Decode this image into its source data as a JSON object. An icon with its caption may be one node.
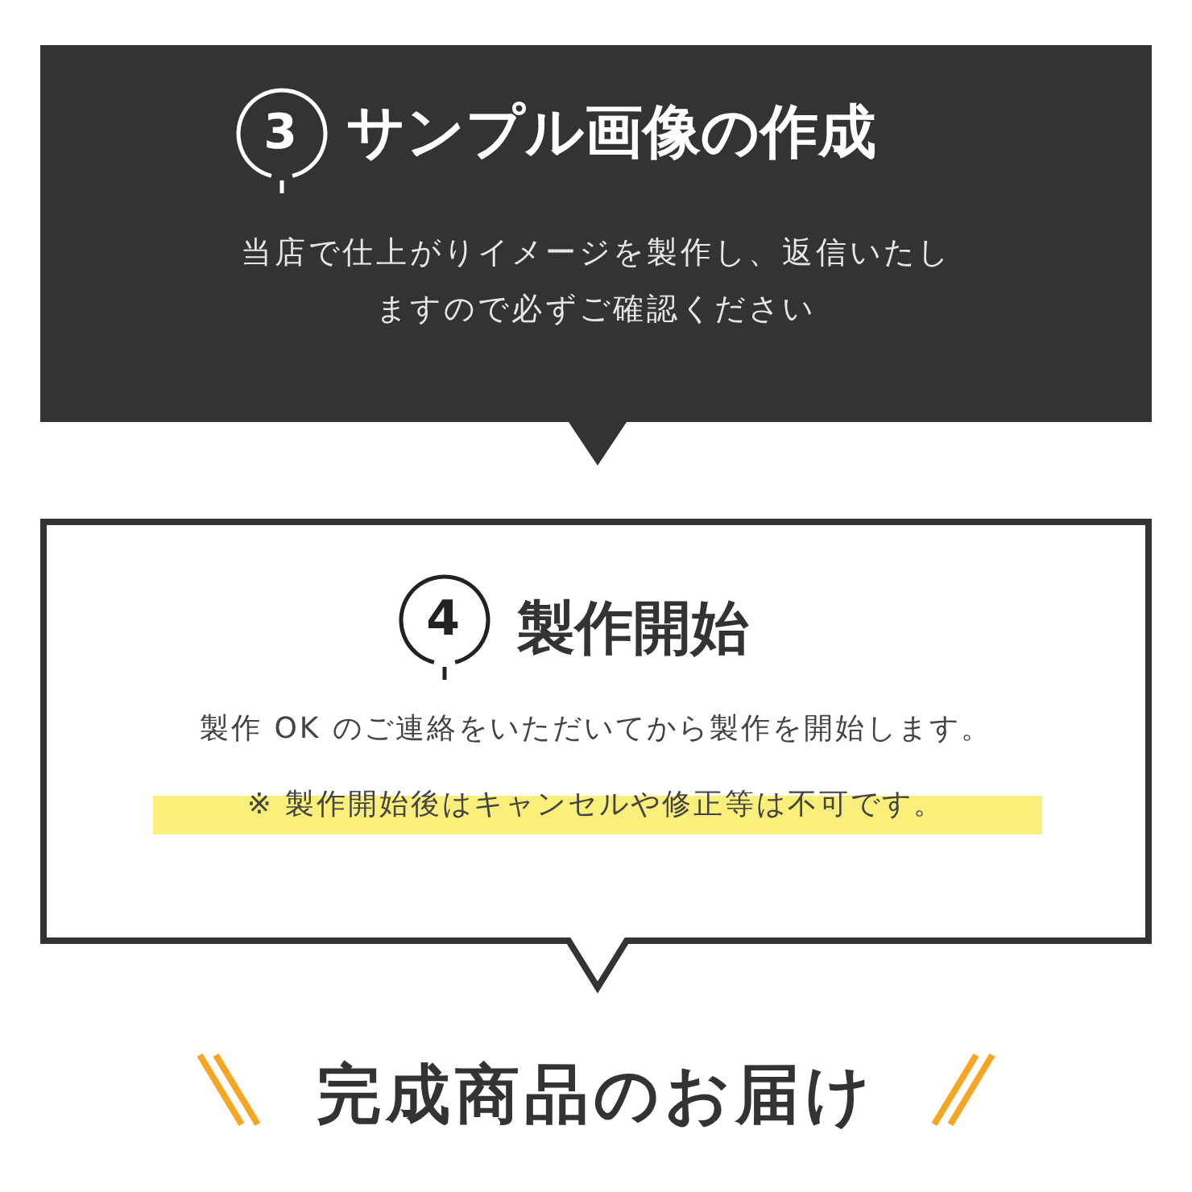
{
  "diagram": {
    "nodes": [
      {
        "text": [
          "サンプル画像の作成",
          "当店で仕上がりイメージを製作し、返信いたしますので必ずご確認ください"
        ]
      },
      {
        "text": [
          "3"
        ],
        "in": 0
      },
      {
        "text": [
          "製作開始",
          "製作 OK のご連絡をいただいてから製作を開始します。",
          "※ 製作開始後はキャンセルや修正等は不可です。"
        ]
      },
      {
        "text": [
          "4"
        ],
        "in": 2
      }
    ],
    "labels": [
      "完成商品のお届け"
    ]
  }
}
